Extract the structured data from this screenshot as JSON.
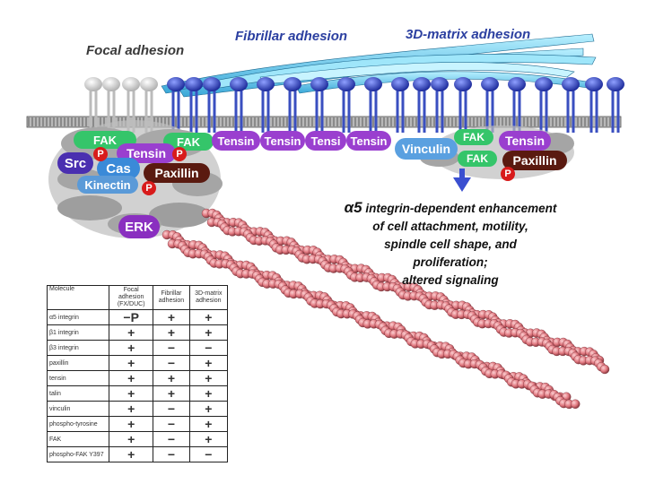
{
  "titles": {
    "focal": "Focal adhesion",
    "fibrillar": "Fibrillar adhesion",
    "matrix3d": "3D-matrix adhesion"
  },
  "focal_proteins": {
    "fak": "FAK",
    "tensin": "Tensin",
    "src": "Src",
    "cas": "Cas",
    "paxillin": "Paxillin",
    "kinectin": "Kinectin",
    "erk": "ERK",
    "phospho": "P"
  },
  "fibrillar_proteins": {
    "fak": "FAK",
    "tensins": [
      "Tensin",
      "Tensin",
      "Tensi",
      "Tensin"
    ]
  },
  "matrix3d_proteins": {
    "vinculin": "Vinculin",
    "fak_top": "FAK",
    "fak_bottom": "FAK",
    "tensin": "Tensin",
    "paxillin": "Paxillin",
    "phospho": "P"
  },
  "caption": {
    "alpha_symbol": "α5",
    "line1": "integrin-dependent enhancement",
    "line2": "of cell attachment, motility,",
    "line3": "spindle cell shape, and",
    "line4": "proliferation;",
    "line5": "altered signaling"
  },
  "table": {
    "headers": [
      "Molecule",
      "Focal adhesion (FX/DUC)",
      "Fibrillar adhesion",
      "3D-matrix adhesion"
    ],
    "rows": [
      {
        "molecule": "α5 integrin",
        "focal": "−P",
        "fibrillar": "+",
        "matrix": "+",
        "focal_c": "plus",
        "fib_c": "plus-red",
        "mat_c": "plus-red"
      },
      {
        "molecule": "β1 integrin",
        "focal": "+",
        "fibrillar": "+",
        "matrix": "+",
        "focal_c": "plus",
        "fib_c": "plus",
        "mat_c": "plus"
      },
      {
        "molecule": "β3 integrin",
        "focal": "+",
        "fibrillar": "−",
        "matrix": "−",
        "focal_c": "plus",
        "fib_c": "minus",
        "mat_c": "minus"
      },
      {
        "molecule": "paxillin",
        "focal": "+",
        "fibrillar": "−",
        "matrix": "+",
        "focal_c": "plus",
        "fib_c": "minus",
        "mat_c": "plus"
      },
      {
        "molecule": "tensin",
        "focal": "+",
        "fibrillar": "+",
        "matrix": "+",
        "focal_c": "plus",
        "fib_c": "plus",
        "mat_c": "plus"
      },
      {
        "molecule": "talin",
        "focal": "+",
        "fibrillar": "+",
        "matrix": "+",
        "focal_c": "plus",
        "fib_c": "plus",
        "mat_c": "plus"
      },
      {
        "molecule": "vinculin",
        "focal": "+",
        "fibrillar": "−",
        "matrix": "+",
        "focal_c": "plus",
        "fib_c": "minus",
        "mat_c": "plus"
      },
      {
        "molecule": "phospho-tyrosine",
        "focal": "+",
        "fibrillar": "−",
        "matrix": "+",
        "focal_c": "plus",
        "fib_c": "minus",
        "mat_c": "plus"
      },
      {
        "molecule": "FAK",
        "focal": "+",
        "fibrillar": "−",
        "matrix": "+",
        "focal_c": "plus",
        "fib_c": "minus",
        "mat_c": "plus"
      },
      {
        "molecule": "phospho-FAK Y397",
        "focal": "+",
        "fibrillar": "−",
        "matrix": "−",
        "focal_c": "plus",
        "fib_c": "minus",
        "mat_c": "minus"
      }
    ]
  },
  "colors": {
    "fak": "#35c56a",
    "tensin": "#9a3fcf",
    "paxillin": "#5a1a10",
    "phospho": "#d81b1b",
    "integrin": "#2b3fb0",
    "fiber": "#e07a80"
  }
}
